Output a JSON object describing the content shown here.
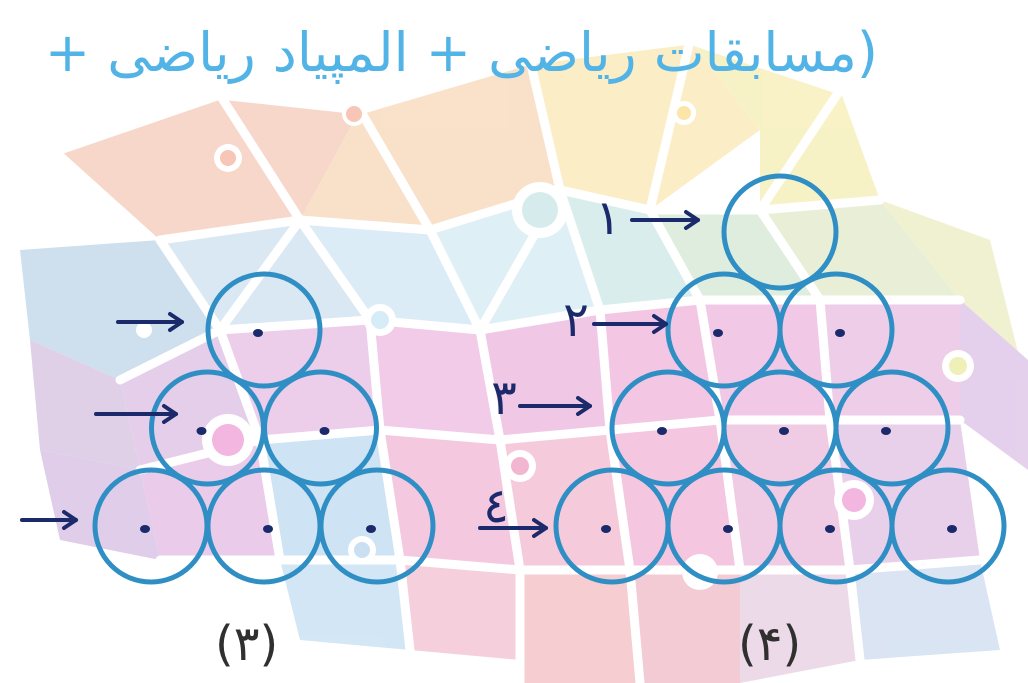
{
  "header": {
    "title": "(مسابقات ریاضی + المپیاد ریاضی +"
  },
  "figures": [
    {
      "label": "(۳)",
      "rows": 3,
      "row_markers": [
        "",
        "",
        ""
      ]
    },
    {
      "label": "(۴)",
      "rows": 4,
      "row_markers": [
        "١",
        "٢",
        "٣",
        "٤"
      ]
    }
  ],
  "colors": {
    "circle_stroke": "#2f8fc4",
    "ink": "#1b2a6b",
    "title": "#52b4e6",
    "label": "#303030"
  }
}
